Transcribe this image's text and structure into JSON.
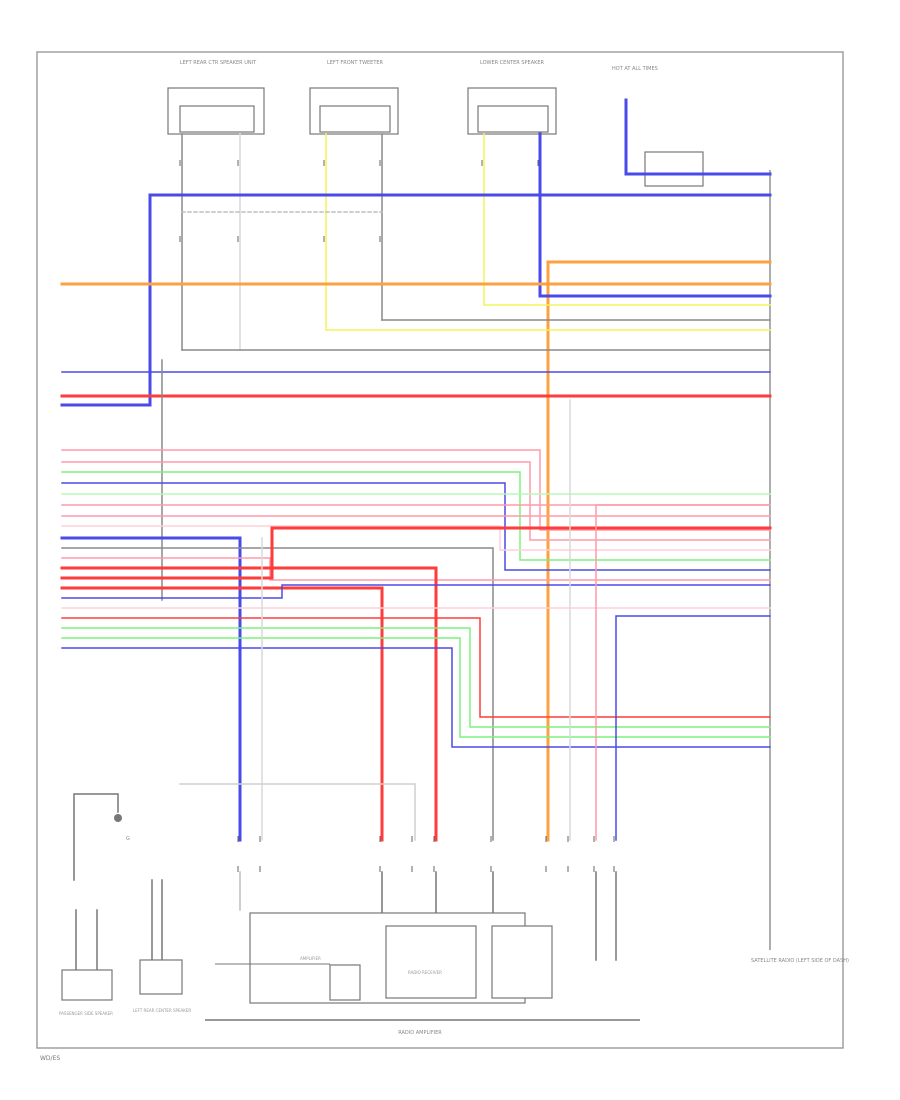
{
  "page_id": "WD/ES",
  "colors": {
    "blue": "#4a4ae8",
    "red": "#ff3b3b",
    "pink": "#ff9aa8",
    "orange": "#ffa040",
    "yellow": "#f3f35a",
    "green": "#7cf07c",
    "light_green": "#b8f7b8",
    "gray": "#8a8a8a",
    "light_gray": "#c4c4c4",
    "violet": "#7a7af0"
  },
  "components": {
    "top_left_speaker": "LEFT REAR CTR SPEAKER UNIT",
    "top_mid_speaker": "LEFT FRONT TWEETER",
    "top_right_speaker": "LOWER CENTER SPEAKER",
    "fuse_block": "HOT AT ALL TIMES",
    "radio_receiver": "RADIO RECEIVER",
    "amplifier": "AMPLIFIER",
    "bottom_ground": "G",
    "bottom_left_speaker": "PASSENGER SIDE SPEAKER",
    "bottom_mid_speaker": "LEFT REAR CENTER SPEAKER",
    "right_connector": "SATELLITE RADIO (LEFT SIDE OF DASH)",
    "bottom_label": "RADIO AMPLIFIER"
  }
}
